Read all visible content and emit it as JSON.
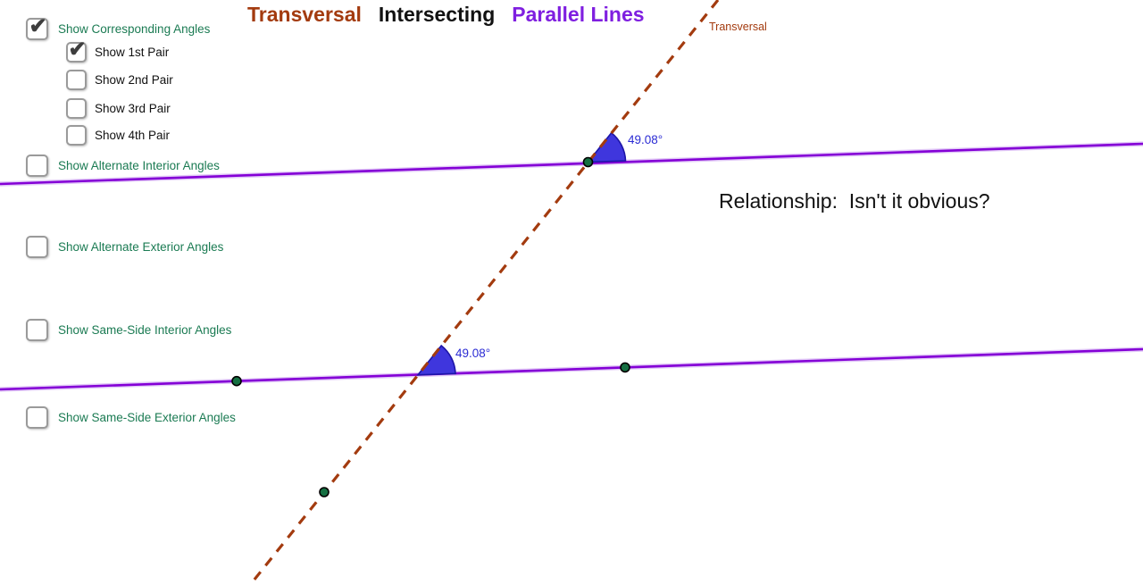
{
  "title": {
    "part1": "Transversal",
    "part2": "Intersecting",
    "part3": "Parallel Lines"
  },
  "checkboxes": [
    {
      "label": "Show Corresponding Angles",
      "checked": true,
      "label_color": "#1b7b53"
    },
    {
      "label": "Show 1st Pair",
      "checked": true,
      "label_color": "#111111"
    },
    {
      "label": "Show 2nd Pair",
      "checked": false,
      "label_color": "#111111"
    },
    {
      "label": "Show 3rd Pair",
      "checked": false,
      "label_color": "#111111"
    },
    {
      "label": "Show 4th Pair",
      "checked": false,
      "label_color": "#111111"
    },
    {
      "label": "Show Alternate Interior Angles",
      "checked": false,
      "label_color": "#1b7b53"
    },
    {
      "label": "Show Alternate Exterior Angles",
      "checked": false,
      "label_color": "#1b7b53"
    },
    {
      "label": "Show Same-Side Interior Angles",
      "checked": false,
      "label_color": "#1b7b53"
    },
    {
      "label": "Show Same-Side Exterior Angles",
      "checked": false,
      "label_color": "#1b7b53"
    }
  ],
  "labels": {
    "transversal_line": "Transversal",
    "relationship": "Relationship:  Isn't it obvious?",
    "angle_corresponding_upper": "49.08°",
    "angle_corresponding_lower": "49.08°"
  },
  "icons": {
    "check": "✔"
  },
  "colors": {
    "title_brown": "#a33b0f",
    "title_black": "#111111",
    "title_purple": "#7f1fe0",
    "parallel_line_purple": "#8400d6",
    "transversal_brown": "#a33b0f",
    "angle_fill_blue": "#3f36dd",
    "angle_stroke_blue": "#1d15a8",
    "angle_text_blue": "#2b2bd4",
    "point_green": "#156f42",
    "checkbox_label_green": "#1b7b53"
  }
}
